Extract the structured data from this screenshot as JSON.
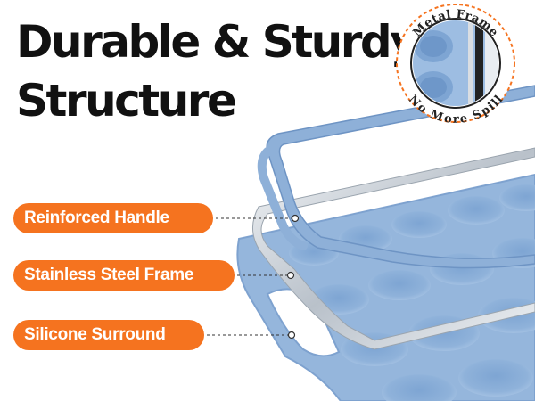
{
  "headline": {
    "line1": "Durable & Sturdy",
    "line2": "Structure"
  },
  "badge": {
    "top_text": "Metal Frame",
    "bottom_text": "No More Spill"
  },
  "callouts": [
    {
      "label": "Reinforced Handle"
    },
    {
      "label": "Stainless Steel Frame"
    },
    {
      "label": "Silicone Surround"
    }
  ],
  "colors": {
    "accent": "#f5731f",
    "silicone": "#8eb0d8",
    "silicone_dark": "#6e94c4",
    "frame": "#c9cfd6",
    "headline": "#111111"
  }
}
